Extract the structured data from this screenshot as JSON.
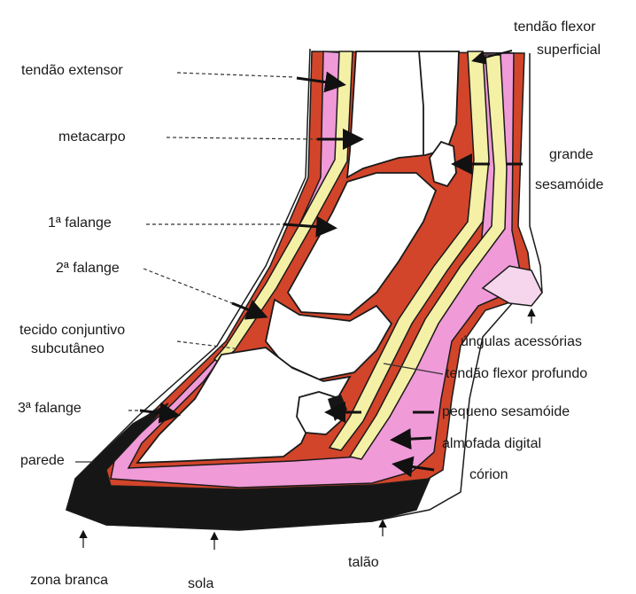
{
  "labels": {
    "tendao_extensor": "tendão extensor",
    "metacarpo": "metacarpo",
    "falange1": "1ª falange",
    "falange2": "2ª falange",
    "tecido_l1": "tecido conjuntivo",
    "tecido_l2": "subcutâneo",
    "falange3": "3ª falange",
    "parede": "parede",
    "zona_branca": "zona branca",
    "sola": "sola",
    "talao": "talão",
    "tendao_flexor_sup_l1": "tendão flexor",
    "tendao_flexor_sup_l2": "superficial",
    "grande_l1": "grande",
    "grande_l2": "sesamóide",
    "ungulas": "úngulas acessórias",
    "tendao_flexor_profundo": "tendão flexor profundo",
    "pequeno_sesamoide": "pequeno sesamóide",
    "almofada_digital": "almofada digital",
    "corion": "córion"
  },
  "colors": {
    "outline": "#1a1a1a",
    "corium_red": "#d2452a",
    "pink_tissue": "#f09ad8",
    "tendon_yellow": "#f4f0a6",
    "hoof_black": "#161616",
    "bone_fill": "#ffffff"
  }
}
